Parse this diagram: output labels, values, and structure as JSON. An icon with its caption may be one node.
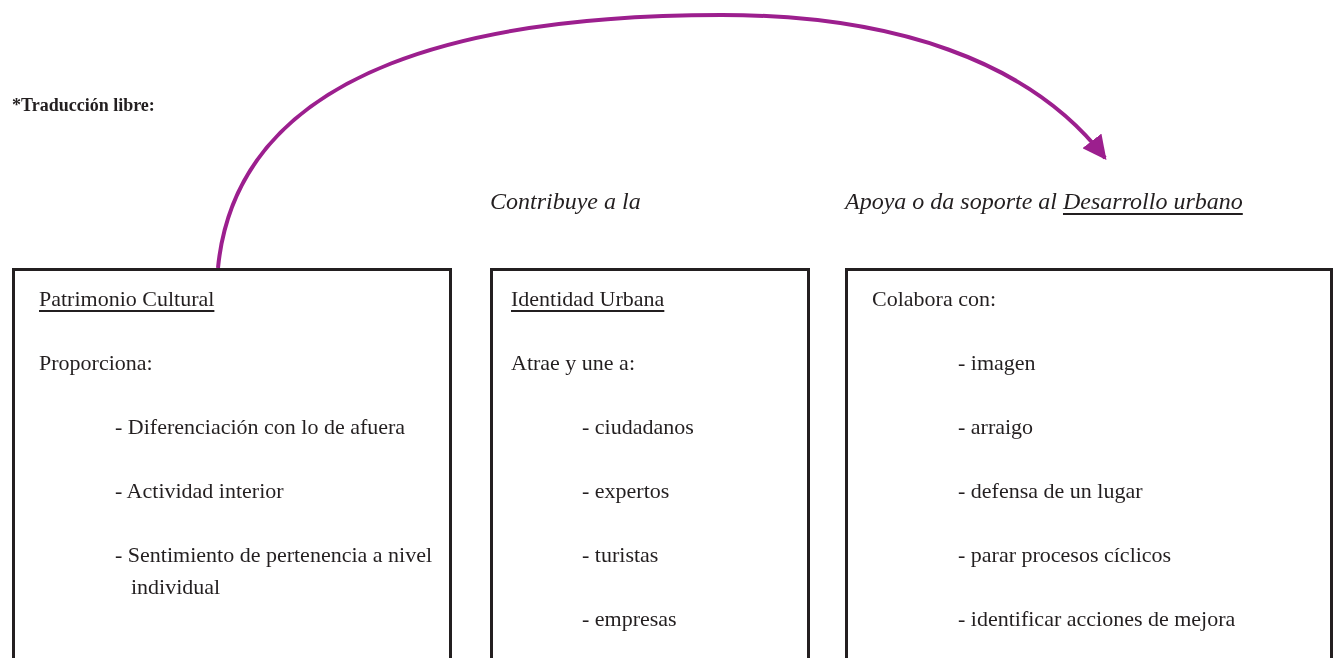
{
  "diagram": {
    "nodes": [
      {
        "text": [
          "Patrimonio Cultural",
          "Proporciona:",
          "- Diferenciación con lo de afuera",
          "- Actividad interior",
          "- Sentimiento de pertenencia a nivel individual"
        ]
      },
      {
        "text": [
          "Contribuye a la",
          "Identidad Urbana",
          "Atrae y une a:",
          "- ciudadanos",
          "- expertos",
          "- turistas",
          "- empresas"
        ]
      },
      {
        "text": [
          "Apoya o da soporte al",
          "Desarrollo urbano",
          "Colabora con:",
          "- imagen",
          "- arraigo",
          "- defensa de un lugar",
          "- parar procesos cíclicos",
          "- identificar acciones de mejora"
        ]
      }
    ],
    "edges": [
      {
        "from": 0,
        "to": 2,
        "arrow": "to",
        "color": "#9c1f8e"
      }
    ],
    "labels": [
      "*Traducción libre:"
    ]
  }
}
